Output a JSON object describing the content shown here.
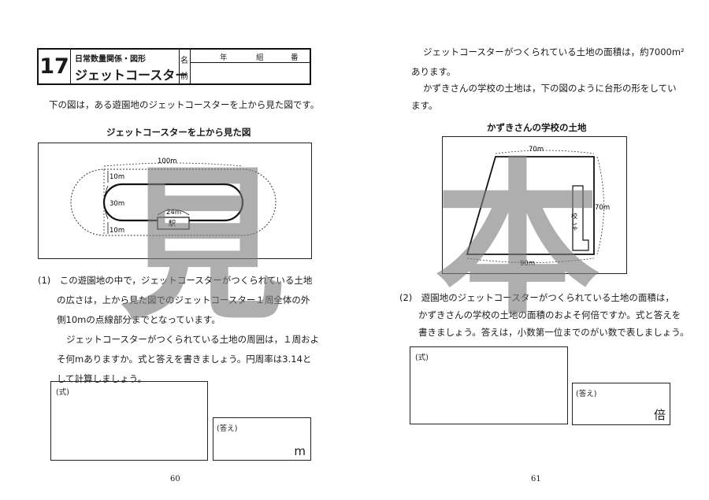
{
  "left": {
    "header": {
      "number": "17",
      "category": "日常数量関係・図形",
      "title": "ジェットコースター",
      "name_label_1": "名",
      "name_label_2": "前",
      "nen": "年",
      "kumi": "組",
      "ban": "番"
    },
    "intro": "下の図は，ある遊園地のジェットコースターを上から見た図です。",
    "figure_title": "ジェットコースターを上から見た図",
    "figure_labels": {
      "total": "100m",
      "top": "10m",
      "mid": "30m",
      "bottom": "10m",
      "station_width": "24m",
      "station": "駅"
    },
    "q1_lines": [
      "(1)　この遊園地の中で，ジェットコースターがつくられている土地",
      "の広さは，上から見た図でのジェットコースター１周全体の外",
      "側10mの点線部分までとなっています。",
      "ジェットコースターがつくられている土地の周囲は，１周およ",
      "そ何mありますか。式と答えを書きましょう。円周率は3.14と",
      "して計算しましょう。"
    ],
    "formula_label": "(式)",
    "answer_label": "(答え)",
    "answer_unit": "m",
    "page_number": "60"
  },
  "right": {
    "intro_lines": [
      "ジェットコースターがつくられている土地の面積は，約7000m²",
      "あります。",
      "かずきさんの学校の土地は，下の図のように台形の形をしてい",
      "ます。"
    ],
    "figure_title": "かずきさんの学校の土地",
    "figure_labels": {
      "top": "70m",
      "height": "70m",
      "bottom": "90m",
      "school": "校しゃ"
    },
    "q2_lines": [
      "(2)　遊園地のジェットコースターがつくられている土地の面積は，",
      "かずきさんの学校の土地の面積のおよそ何倍ですか。式と答えを",
      "書きましょう。答えは，小数第一位までのがい数で表しましょう。"
    ],
    "formula_label": "(式)",
    "answer_label": "(答え)",
    "answer_unit": "倍",
    "page_number": "61"
  },
  "watermark": {
    "left": "見",
    "right": "本"
  }
}
